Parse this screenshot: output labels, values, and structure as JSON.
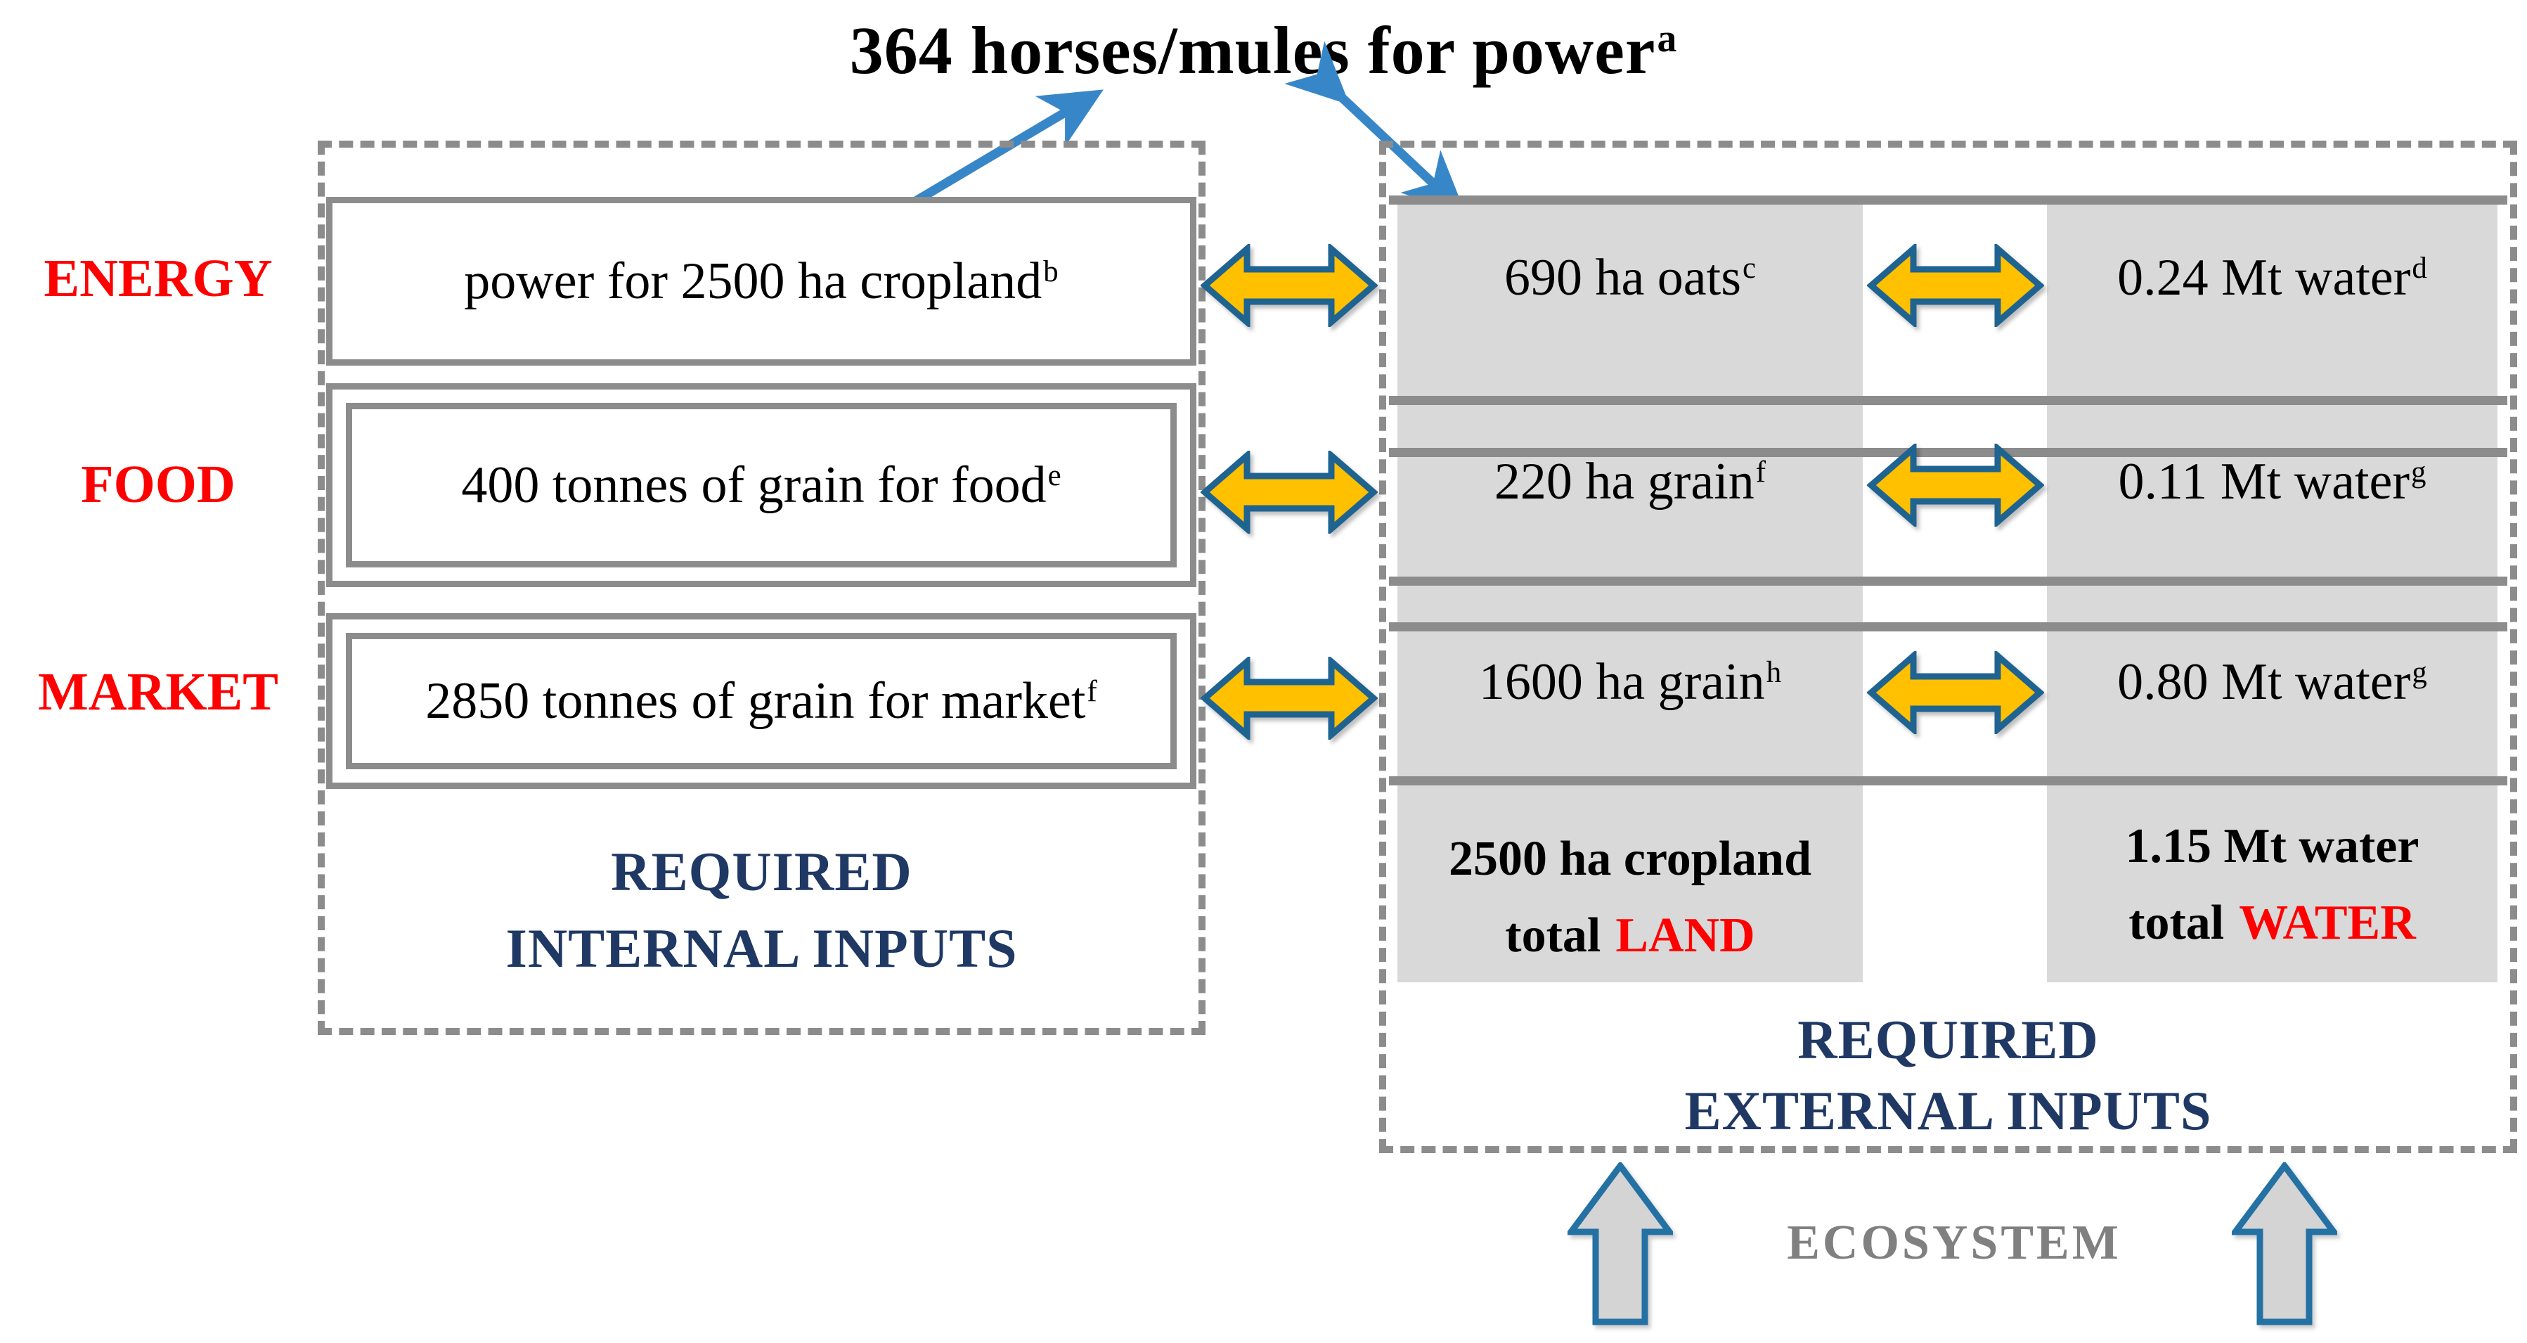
{
  "title": {
    "text": "364 horses/mules for power",
    "sup": "a"
  },
  "row_labels": [
    {
      "label": "ENERGY"
    },
    {
      "label": "FOOD"
    },
    {
      "label": "MARKET"
    }
  ],
  "left_box": {
    "rows": [
      {
        "text": "power for 2500 ha cropland",
        "sup": "b"
      },
      {
        "text": "400 tonnes of grain for food",
        "sup": "e"
      },
      {
        "text": "2850 tonnes of grain for market",
        "sup": "f"
      }
    ],
    "caption": {
      "line1": "REQUIRED",
      "line2": "INTERNAL INPUTS"
    }
  },
  "right_box": {
    "land_column": {
      "rows": [
        {
          "text": "690 ha oats",
          "sup": "c"
        },
        {
          "text": "220 ha grain",
          "sup": "f"
        },
        {
          "text": "1600 ha grain",
          "sup": "h"
        }
      ],
      "total": {
        "line1": "2500 ha cropland",
        "line2_prefix": "total",
        "line2_highlight": "LAND"
      }
    },
    "water_column": {
      "rows": [
        {
          "text": "0.24 Mt water",
          "sup": "d"
        },
        {
          "text": "0.11 Mt water",
          "sup": "g"
        },
        {
          "text": "0.80 Mt water",
          "sup": "g"
        }
      ],
      "total": {
        "line1": "1.15 Mt water",
        "line2_prefix": "total",
        "line2_highlight": "WATER"
      }
    },
    "caption": {
      "line1": "REQUIRED",
      "line2": "EXTERNAL INPUTS"
    }
  },
  "footer": {
    "ecosystem_label": "ECOSYSTEM"
  },
  "icons": {
    "horizontal_double_arrow": "double-headed exchange arrow",
    "diagonal_double_arrow": "thin blue double-headed pointer",
    "up_arrow": "block arrow pointing up from ecosystem"
  },
  "colors": {
    "label_red": "#ff0000",
    "navy": "#1f3864",
    "border_gray": "#8c8c8c",
    "band_gray": "#d9d9d9",
    "arrow_yellow": "#ffc000",
    "arrow_outline_blue": "#1f6391",
    "thin_arrow_blue": "#3787c8",
    "up_arrow_fill": "#d4d4d4",
    "up_arrow_stroke": "#2471a3",
    "ecosystem_gray": "#808080"
  }
}
